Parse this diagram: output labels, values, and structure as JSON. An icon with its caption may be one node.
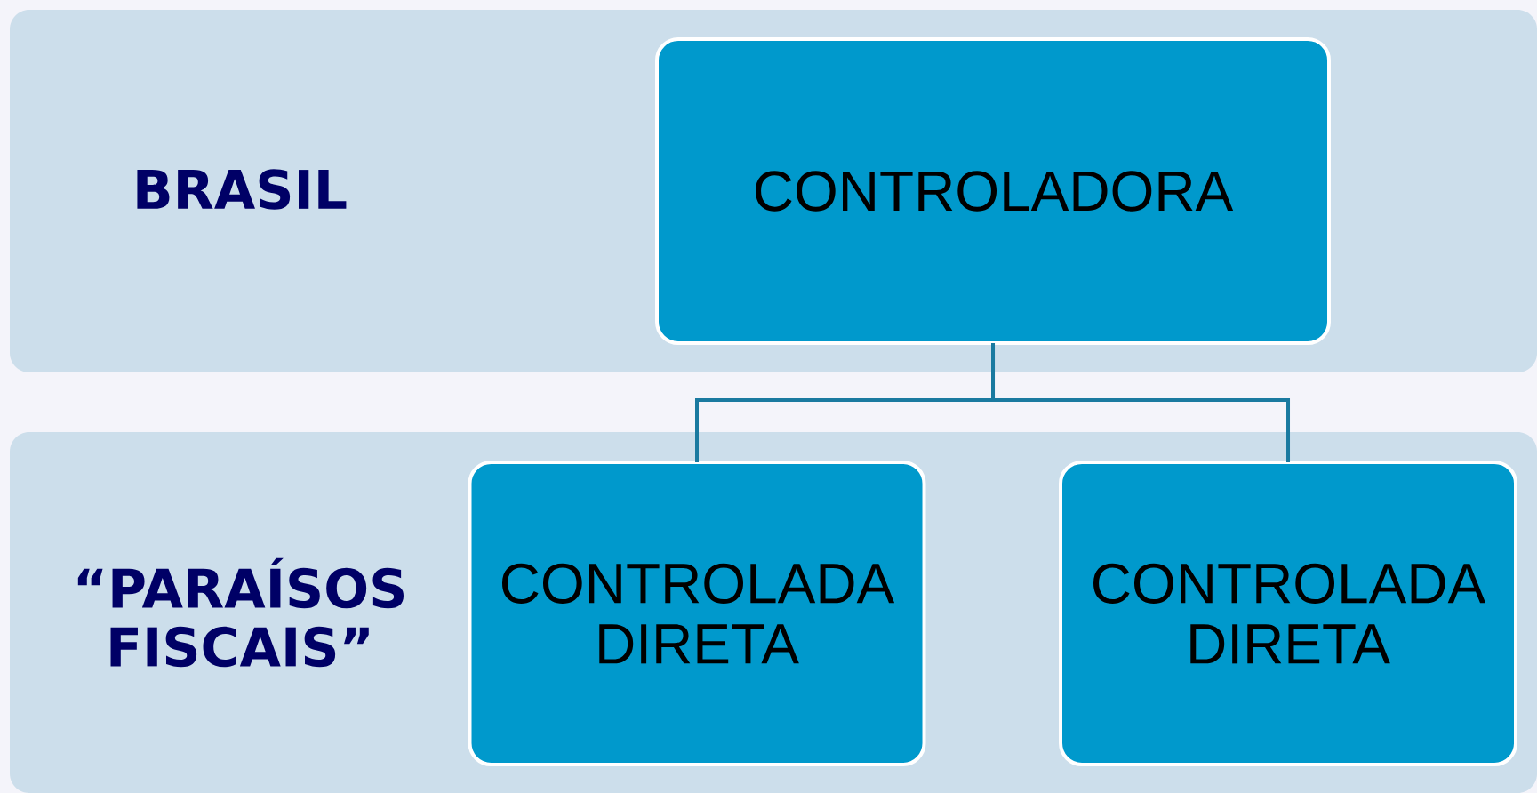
{
  "diagram": {
    "nodes": [
      {
        "text": [
          "BRASIL"
        ]
      },
      {
        "text": [
          "CONTROLADORA"
        ],
        "in": 0
      },
      {
        "text": [
          "“PARAÍSOS FISCAIS”"
        ]
      },
      {
        "text": [
          "CONTROLADA DIRETA"
        ],
        "in": 2
      },
      {
        "text": [
          "CONTROLADA DIRETA"
        ],
        "in": 2
      }
    ],
    "edges": [
      {
        "from": 1,
        "to": 3,
        "arrow": "none"
      },
      {
        "from": 1,
        "to": 4,
        "arrow": "none"
      }
    ]
  }
}
